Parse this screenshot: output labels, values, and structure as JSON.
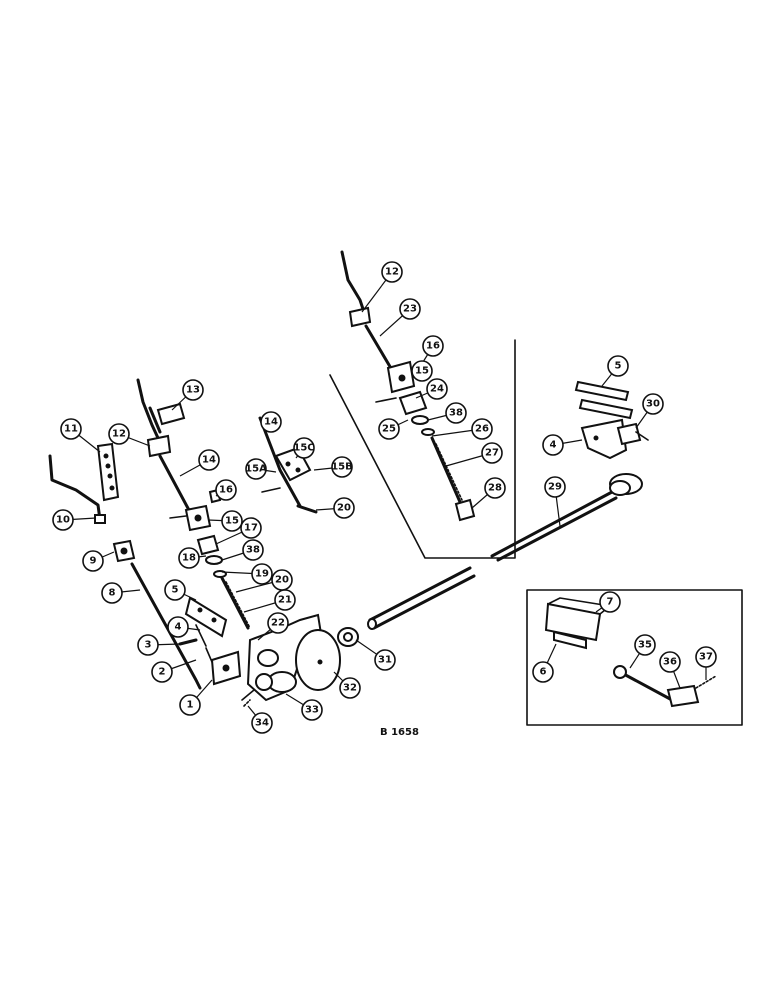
{
  "drawing_code": "B 1658",
  "callouts": [
    {
      "id": "c1",
      "label": "1"
    },
    {
      "id": "c2",
      "label": "2"
    },
    {
      "id": "c3",
      "label": "3"
    },
    {
      "id": "c4a",
      "label": "4"
    },
    {
      "id": "c4b",
      "label": "4"
    },
    {
      "id": "c5a",
      "label": "5"
    },
    {
      "id": "c5b",
      "label": "5"
    },
    {
      "id": "c6",
      "label": "6"
    },
    {
      "id": "c7",
      "label": "7"
    },
    {
      "id": "c8",
      "label": "8"
    },
    {
      "id": "c9",
      "label": "9"
    },
    {
      "id": "c10",
      "label": "10"
    },
    {
      "id": "c11",
      "label": "11"
    },
    {
      "id": "c12a",
      "label": "12"
    },
    {
      "id": "c12b",
      "label": "12"
    },
    {
      "id": "c13",
      "label": "13"
    },
    {
      "id": "c14a",
      "label": "14"
    },
    {
      "id": "c14b",
      "label": "14"
    },
    {
      "id": "c15a",
      "label": "15"
    },
    {
      "id": "c15b",
      "label": "15"
    },
    {
      "id": "c15A",
      "label": "15A"
    },
    {
      "id": "c15B",
      "label": "15B"
    },
    {
      "id": "c15C",
      "label": "15C"
    },
    {
      "id": "c16a",
      "label": "16"
    },
    {
      "id": "c16b",
      "label": "16"
    },
    {
      "id": "c17",
      "label": "17"
    },
    {
      "id": "c18",
      "label": "18"
    },
    {
      "id": "c19",
      "label": "19"
    },
    {
      "id": "c20a",
      "label": "20"
    },
    {
      "id": "c20b",
      "label": "20"
    },
    {
      "id": "c21",
      "label": "21"
    },
    {
      "id": "c22",
      "label": "22"
    },
    {
      "id": "c23",
      "label": "23"
    },
    {
      "id": "c24",
      "label": "24"
    },
    {
      "id": "c25",
      "label": "25"
    },
    {
      "id": "c26",
      "label": "26"
    },
    {
      "id": "c27",
      "label": "27"
    },
    {
      "id": "c28",
      "label": "28"
    },
    {
      "id": "c29",
      "label": "29"
    },
    {
      "id": "c30",
      "label": "30"
    },
    {
      "id": "c31",
      "label": "31"
    },
    {
      "id": "c32",
      "label": "32"
    },
    {
      "id": "c33",
      "label": "33"
    },
    {
      "id": "c34",
      "label": "34"
    },
    {
      "id": "c35",
      "label": "35"
    },
    {
      "id": "c36",
      "label": "36"
    },
    {
      "id": "c37",
      "label": "37"
    },
    {
      "id": "c38a",
      "label": "38"
    },
    {
      "id": "c38b",
      "label": "38"
    }
  ]
}
